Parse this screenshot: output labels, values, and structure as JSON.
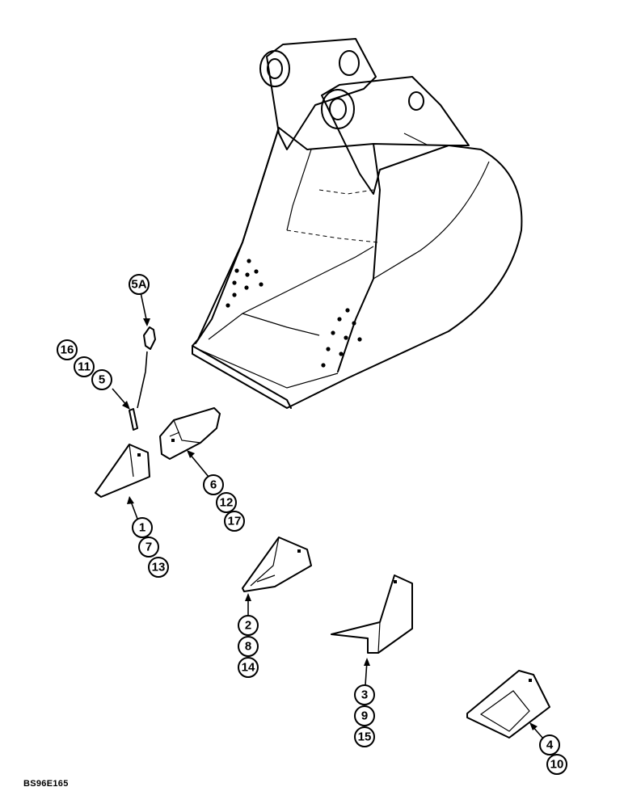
{
  "figure": {
    "drawing_code": "BS96E165"
  },
  "callout_groups": [
    {
      "part": "bucket-tooth-adapter-pin",
      "labels": [
        "5A"
      ]
    },
    {
      "part": "tooth-pin",
      "labels": [
        "16",
        "11",
        "5"
      ]
    },
    {
      "part": "tooth-adapter",
      "labels": [
        "6",
        "12",
        "17"
      ]
    },
    {
      "part": "tooth-tip-1",
      "labels": [
        "1",
        "7",
        "13"
      ]
    },
    {
      "part": "tooth-tip-2",
      "labels": [
        "2",
        "8",
        "14"
      ]
    },
    {
      "part": "tooth-tip-3",
      "labels": [
        "3",
        "9",
        "15"
      ]
    },
    {
      "part": "tooth-tip-4",
      "labels": [
        "4",
        "10"
      ]
    }
  ]
}
